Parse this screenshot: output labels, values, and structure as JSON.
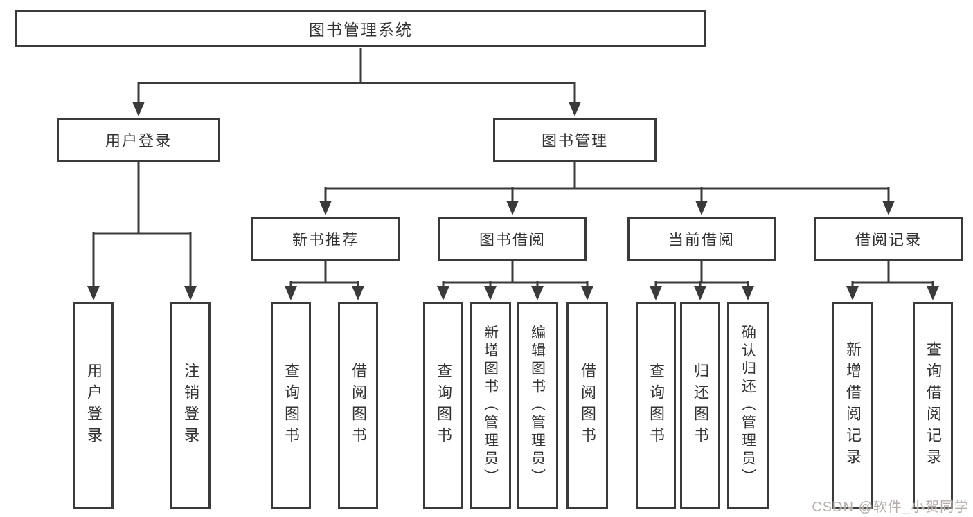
{
  "diagram": {
    "root": {
      "label": "图书管理系统"
    },
    "branches": [
      {
        "label": "用户登录",
        "children": [
          {
            "label": "用户登录"
          },
          {
            "label": "注销登录"
          }
        ]
      },
      {
        "label": "图书管理",
        "children": [
          {
            "label": "新书推荐",
            "children": [
              {
                "label": "查询图书"
              },
              {
                "label": "借阅图书"
              }
            ]
          },
          {
            "label": "图书借阅",
            "children": [
              {
                "label": "查询图书"
              },
              {
                "label": "新增图书（管理员）"
              },
              {
                "label": "编辑图书（管理员）"
              },
              {
                "label": "借阅图书"
              }
            ]
          },
          {
            "label": "当前借阅",
            "children": [
              {
                "label": "查询图书"
              },
              {
                "label": "归还图书"
              },
              {
                "label": "确认归还（管理员）"
              }
            ]
          },
          {
            "label": "借阅记录",
            "children": [
              {
                "label": "新增借阅记录"
              },
              {
                "label": "查询借阅记录"
              }
            ]
          }
        ]
      }
    ]
  },
  "watermark": {
    "text": "CSDN @软件_小贺同学"
  },
  "colors": {
    "line": "#3a3a3a",
    "box_border": "#3a3a3a",
    "text": "#333333",
    "background": "#ffffff",
    "watermark": "#b6adaa"
  }
}
